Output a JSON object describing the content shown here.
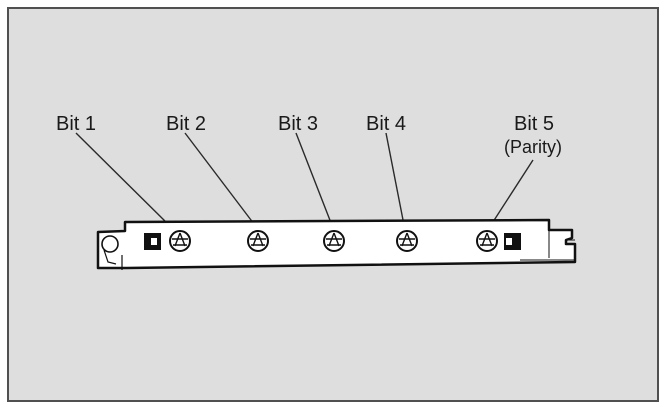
{
  "diagram": {
    "labels": {
      "bit1": "Bit 1",
      "bit2": "Bit 2",
      "bit3": "Bit 3",
      "bit4": "Bit 4",
      "bit5": "Bit 5",
      "bit5_sub": "(Parity)"
    },
    "colors": {
      "background": "#dedede",
      "frame_border": "#505050",
      "strip_fill": "#ffffff",
      "ink": "#111111"
    }
  }
}
